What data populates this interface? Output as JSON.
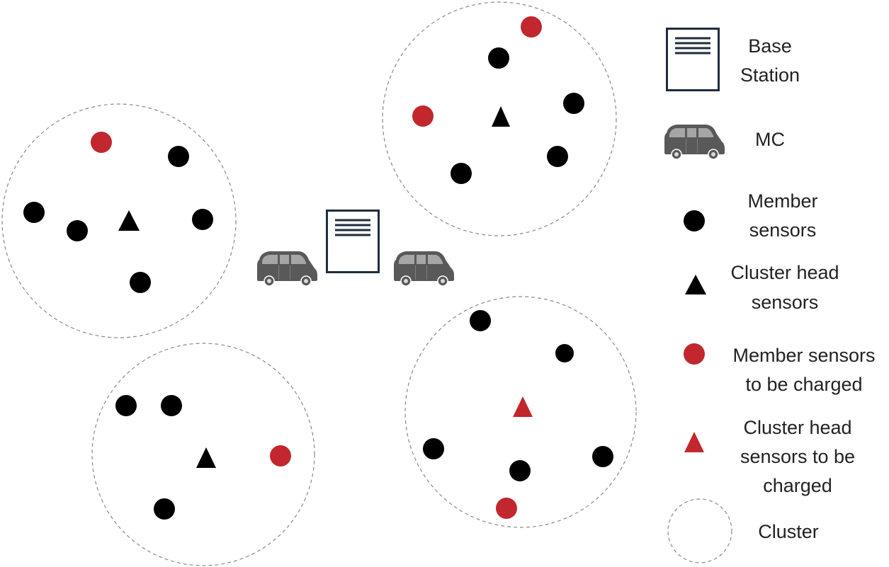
{
  "colors": {
    "member": "#000000",
    "to_charge": "#c1272d",
    "base_station": "#1f2d3d",
    "mc": "#595959",
    "cluster_stroke": "#8a8a8a"
  },
  "legend": {
    "base_station": [
      "Base",
      "Station"
    ],
    "mc": [
      "MC"
    ],
    "member": [
      "Member",
      "sensors"
    ],
    "cluster_head": [
      "Cluster head",
      "sensors"
    ],
    "member_charge": [
      "Member sensors",
      "to be charged"
    ],
    "head_charge": [
      "Cluster head",
      "sensors to be",
      "charged"
    ],
    "cluster": [
      "Cluster"
    ]
  },
  "icons": {
    "base_station": "base-station-icon",
    "mc": "mobile-charger-van-icon",
    "member": "member-sensor-dot",
    "cluster_head": "cluster-head-triangle",
    "cluster": "cluster-circle"
  }
}
